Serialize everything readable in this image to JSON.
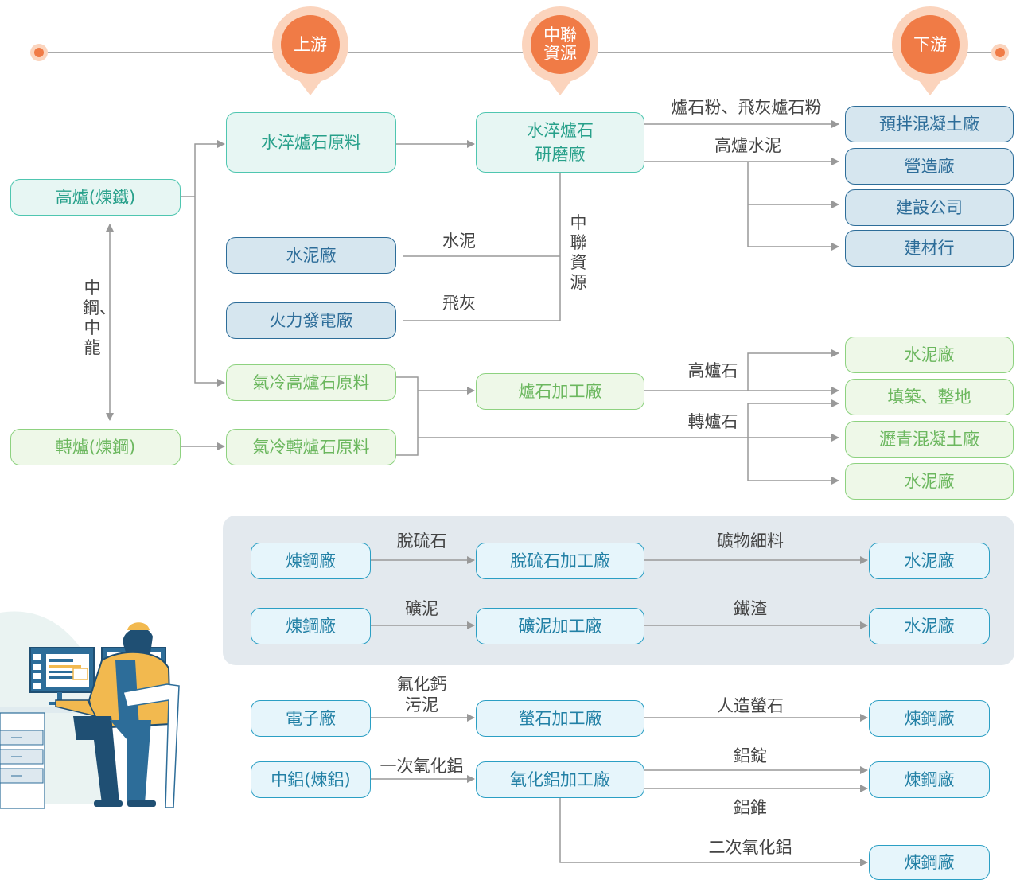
{
  "header": {
    "upstream": "上游",
    "midstream": "中聯\n資源",
    "downstream": "下游"
  },
  "sources": {
    "blast_furnace": "高爐(煉鐵)",
    "converter": "轉爐(煉鋼)",
    "vertical_link": "中鋼、中龍"
  },
  "upstream": {
    "water_quenched_slag": "水淬爐石原料",
    "cement_plant": "水泥廠",
    "power_plant": "火力發電廠",
    "air_cooled_bf_slag": "氣冷高爐石原料",
    "air_cooled_converter_slag": "氣冷轉爐石原料"
  },
  "midstream": {
    "grinding_plant": "水淬爐石\n研磨廠",
    "slag_processing": "爐石加工廠",
    "cmr_vertical": "中聯資源"
  },
  "downstream_top": [
    "預拌混凝土廠",
    "營造廠",
    "建設公司",
    "建材行"
  ],
  "downstream_mid": [
    "水泥廠",
    "填築、整地",
    "瀝青混凝土廠",
    "水泥廠"
  ],
  "flow_labels": {
    "slag_powder": "爐石粉、飛灰爐石粉",
    "bf_cement": "高爐水泥",
    "cement": "水泥",
    "fly_ash": "飛灰",
    "bf_slag": "高爐石",
    "converter_slag": "轉爐石"
  },
  "panel_rows": [
    {
      "source": "煉鋼廠",
      "input": "脫硫石",
      "process": "脫硫石加工廠",
      "output": "礦物細料",
      "target": "水泥廠"
    },
    {
      "source": "煉鋼廠",
      "input": "礦泥",
      "process": "礦泥加工廠",
      "output": "鐵渣",
      "target": "水泥廠"
    }
  ],
  "bottom_rows": [
    {
      "source": "電子廠",
      "input": "氟化鈣\n污泥",
      "process": "螢石加工廠",
      "output": "人造螢石",
      "target": "煉鋼廠"
    },
    {
      "source": "中鋁(煉鋁)",
      "input": "一次氧化鋁",
      "process": "氧化鋁加工廠",
      "outputs": [
        "鋁錠",
        "鋁錐"
      ],
      "target": "煉鋼廠",
      "extra_output": "二次氧化鋁",
      "extra_target": "煉鋼廠"
    }
  ],
  "colors": {
    "accent_orange": "#f07b46",
    "teal": "#4fc6b0",
    "navy": "#2d6d99",
    "green": "#8ed280",
    "cyan": "#2b9fc4",
    "panel_bg": "#e3e9ee"
  }
}
